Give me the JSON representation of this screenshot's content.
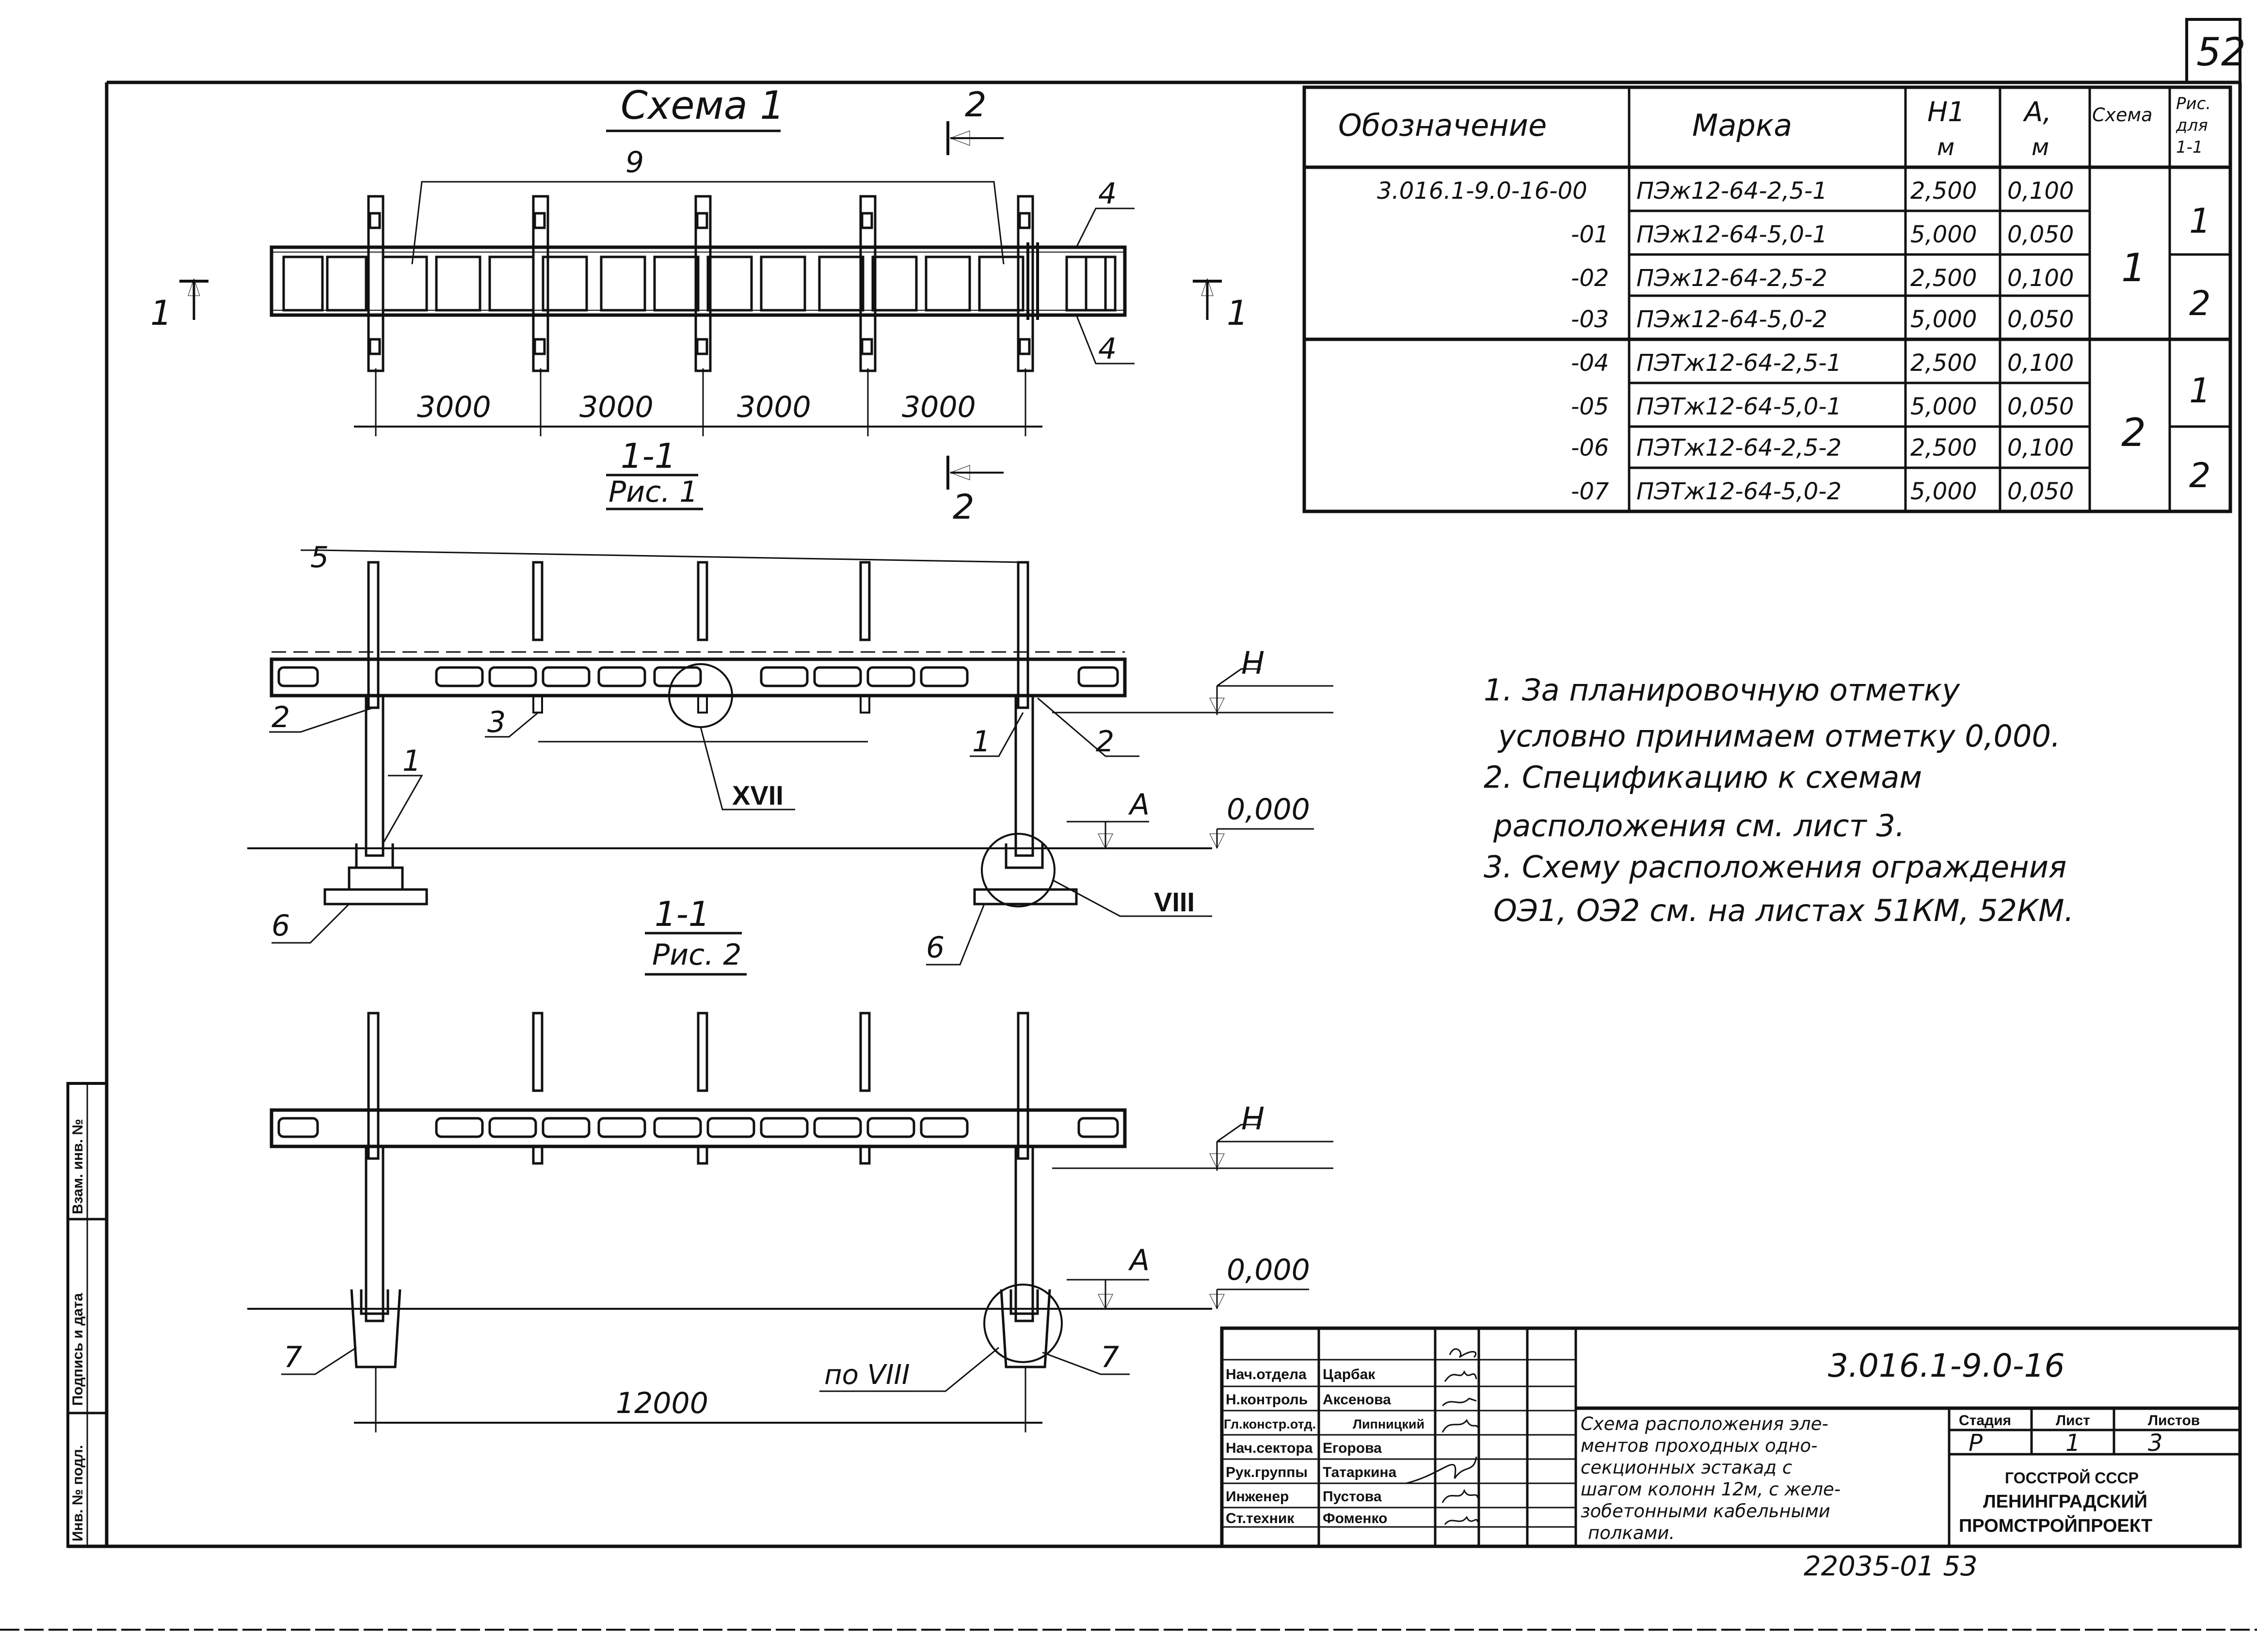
{
  "sheet": {
    "page_number": "52",
    "archive_number": "22035-01 53"
  },
  "spec_table": {
    "headers": {
      "designation": "Обозначение",
      "mark": "Марка",
      "h1": "Н1",
      "a": "А,",
      "unit": "м",
      "scheme": "Схема",
      "fig": "Рис. для 1-1"
    },
    "rows": [
      {
        "designation": "3.016.1-9.0-16-00",
        "mark": "ПЭж12-64-2,5-1",
        "h1": "2,500",
        "a": "0,100"
      },
      {
        "designation": "-01",
        "mark": "ПЭж12-64-5,0-1",
        "h1": "5,000",
        "a": "0,050"
      },
      {
        "designation": "-02",
        "mark": "ПЭж12-64-2,5-2",
        "h1": "2,500",
        "a": "0,100"
      },
      {
        "designation": "-03",
        "mark": "ПЭж12-64-5,0-2",
        "h1": "5,000",
        "a": "0,050"
      },
      {
        "designation": "-04",
        "mark": "ПЭТж12-64-2,5-1",
        "h1": "2,500",
        "a": "0,100"
      },
      {
        "designation": "-05",
        "mark": "ПЭТж12-64-5,0-1",
        "h1": "5,000",
        "a": "0,050"
      },
      {
        "designation": "-06",
        "mark": "ПЭТж12-64-2,5-2",
        "h1": "2,500",
        "a": "0,100"
      },
      {
        "designation": "-07",
        "mark": "ПЭТж12-64-5,0-2",
        "h1": "5,000",
        "a": "0,050"
      }
    ],
    "scheme_groups": [
      "1",
      "2"
    ],
    "fig_groups": [
      "1",
      "2",
      "1",
      "2"
    ]
  },
  "plan": {
    "title": "Схема 1",
    "label_9": "9",
    "section_label": "1-1",
    "fig_label": "Рис. 1",
    "spans": [
      "3000",
      "3000",
      "3000",
      "3000"
    ],
    "cut_1": "1",
    "cut_2": "2",
    "label_4": "4"
  },
  "fig1": {
    "title": "1-1",
    "fig_label": "Рис. 2",
    "labels": {
      "n1": "1",
      "n2": "2",
      "n3": "3",
      "n5": "5",
      "n6": "6",
      "h": "Н",
      "a": "А",
      "zero": "0,000",
      "node_xvii": "XVII",
      "node_viii": "VIII"
    }
  },
  "fig2": {
    "labels": {
      "n7": "7",
      "h": "Н",
      "a": "А",
      "zero": "0,000",
      "node_ref": "по VIII"
    },
    "span": "12000"
  },
  "notes": [
    "1.   За планировочную отметку",
    "условно принимаем отметку 0,000.",
    "2.    Спецификацию к схемам",
    "расположения см. лист 3.",
    "3.    Схему расположения ограждения",
    "ОЭ1, ОЭ2 см. на листах 51КМ, 52КМ."
  ],
  "side_stamp": [
    "Инв. № подл.",
    "Подпись и дата",
    "Взам. инв. №"
  ],
  "title_block": {
    "code": "3.016.1-9.0-16",
    "description": [
      "Схема расположения эле-",
      "ментов проходных одно-",
      "секционных эстакад с",
      "шагом колонн 12м, с желе-",
      "зобетонными кабельными",
      "полками."
    ],
    "stage_label": "Стадия",
    "sheet_label": "Лист",
    "sheets_label": "Листов",
    "stage": "Р",
    "sheet": "1",
    "sheets": "3",
    "org": [
      "ГОССТРОЙ СССР",
      "ЛЕНИНГРАДСКИЙ",
      "ПРОМСТРОЙПРОЕКТ"
    ],
    "staff": [
      {
        "role": "Нач.отдела",
        "name": "Царбак"
      },
      {
        "role": "Н.контроль",
        "name": "Аксенова"
      },
      {
        "role": "Гл.констр.отд.",
        "name": "Липницкий"
      },
      {
        "role": "Нач.сектора",
        "name": "Егорова"
      },
      {
        "role": "Рук.группы",
        "name": "Татаркина"
      },
      {
        "role": "Инженер",
        "name": "Пустова"
      },
      {
        "role": "Ст.техник",
        "name": "Фоменко"
      }
    ]
  }
}
